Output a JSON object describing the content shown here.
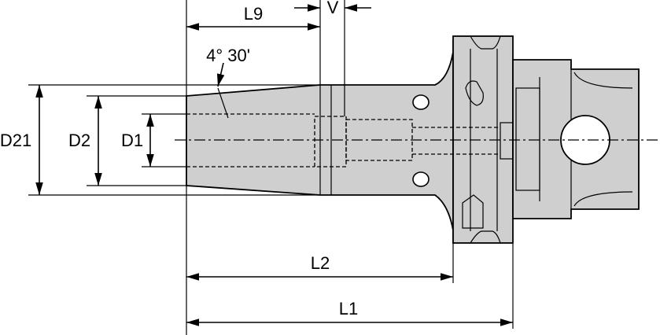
{
  "labels": {
    "L9": "L9",
    "V": "V",
    "angle": "4° 30'",
    "D21": "D21",
    "D2": "D2",
    "D1": "D1",
    "L2": "L2",
    "L1": "L1"
  }
}
